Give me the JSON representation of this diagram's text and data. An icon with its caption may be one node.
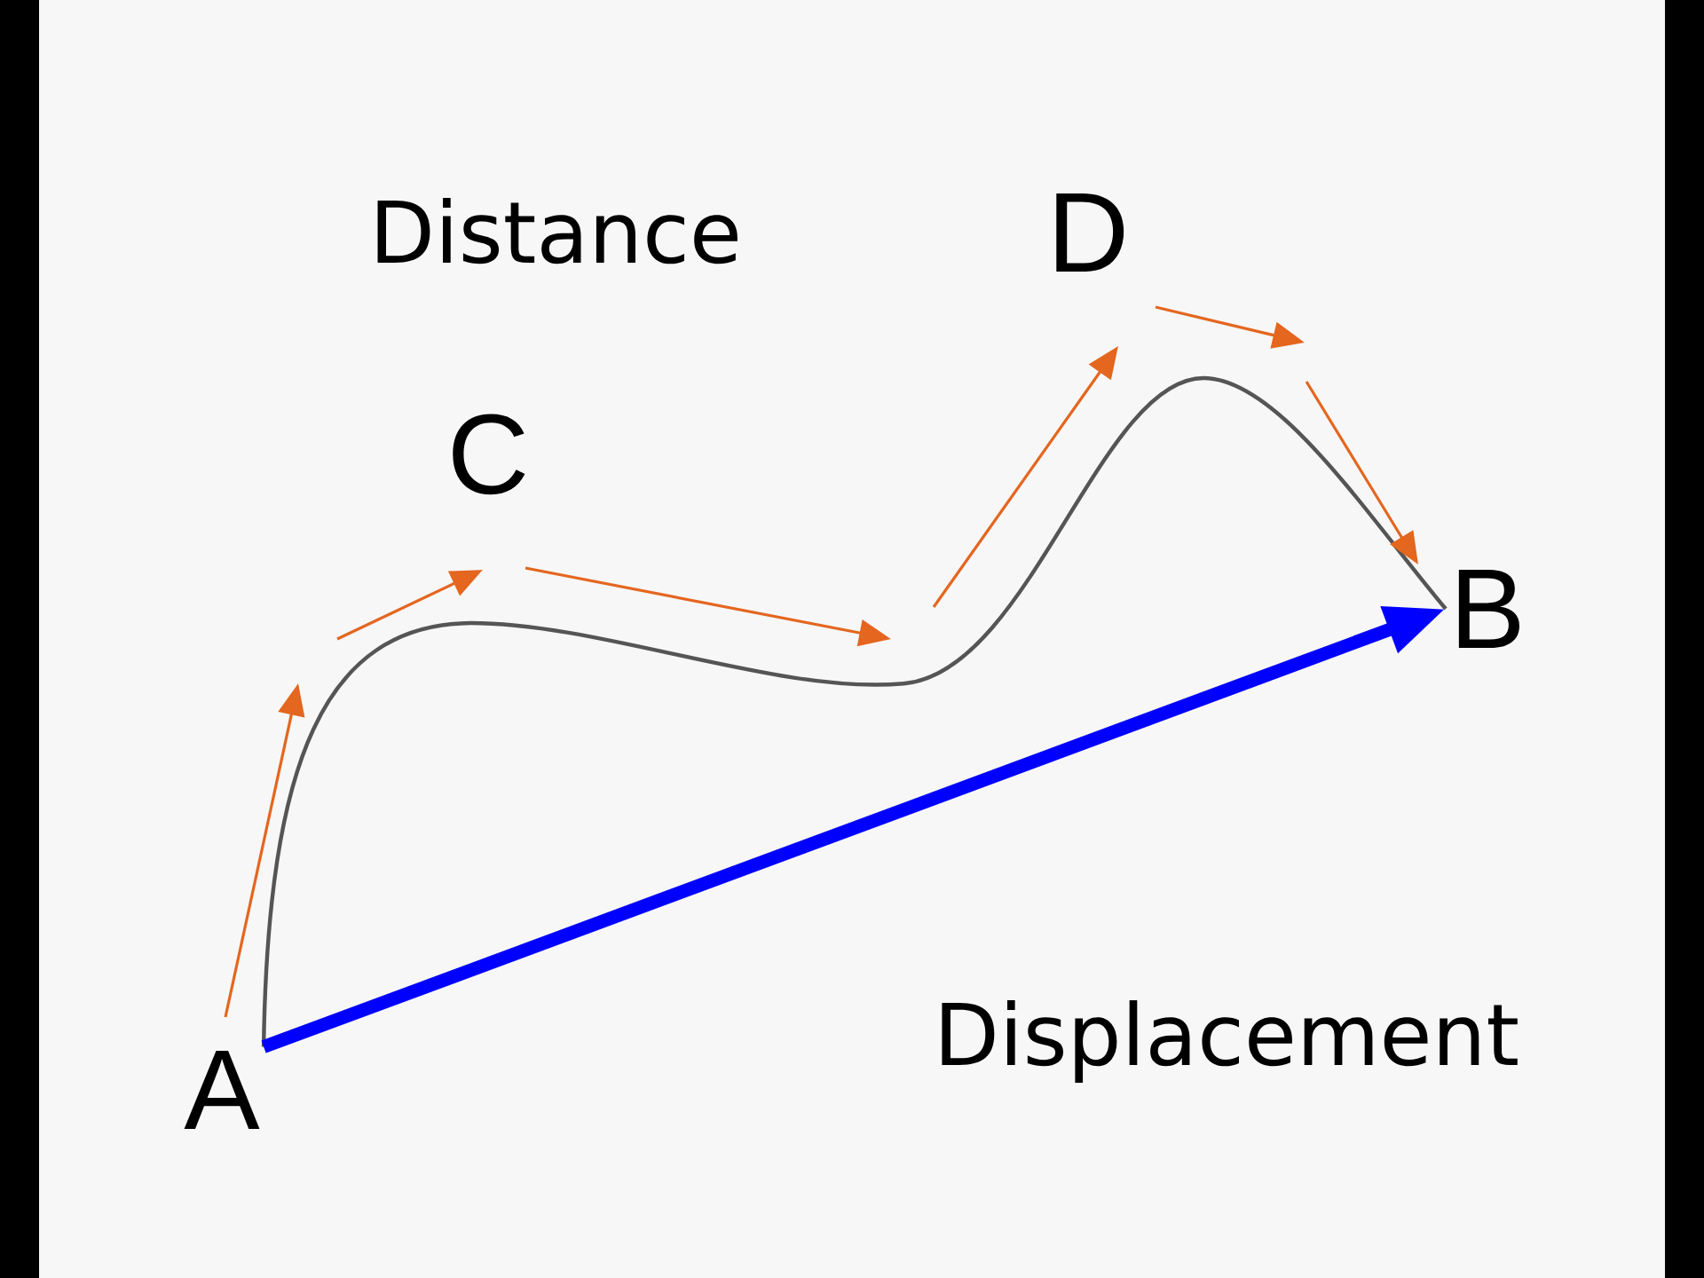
{
  "diagram": {
    "nodes": [
      {
        "text": [
          "A"
        ]
      },
      {
        "text": [
          "B"
        ]
      }
    ],
    "edges": [
      {
        "from": 0,
        "to": 1,
        "arrow": "none",
        "color": "#555555"
      },
      {
        "from": 0,
        "to": 1,
        "arrow": "to",
        "style": "thick",
        "color": "#0000ff"
      }
    ],
    "labels": [
      "Distance",
      "D",
      "C",
      "Displacement"
    ]
  }
}
